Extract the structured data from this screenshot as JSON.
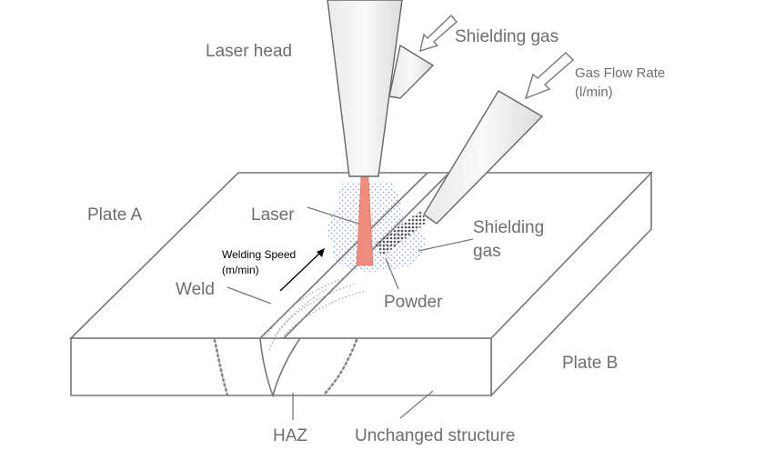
{
  "labels": {
    "laser_head": "Laser head",
    "shielding_gas_top": "Shielding gas",
    "gas_flow_rate_line1": "Gas Flow Rate",
    "gas_flow_rate_line2": "(l/min)",
    "plate_a": "Plate A",
    "laser": "Laser",
    "welding_speed_line1": "Welding Speed",
    "welding_speed_line2": "(m/min)",
    "weld": "Weld",
    "shielding_gas_side_line1": "Shielding",
    "shielding_gas_side_line2": "gas",
    "powder": "Powder",
    "plate_b": "Plate B",
    "haz": "HAZ",
    "unchanged_structure": "Unchanged structure"
  },
  "colors": {
    "laser_beam": "#f08c7c",
    "gas_dots": "#7f9fd4",
    "outline": "#777777",
    "text": "#6e6e6e"
  }
}
